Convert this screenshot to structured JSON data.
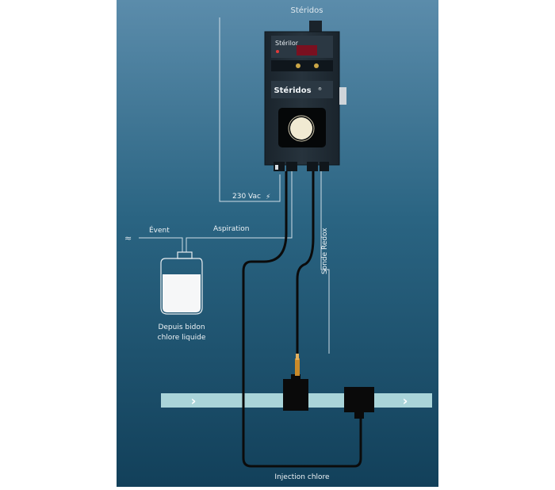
{
  "diagram": {
    "title": "Stéridos",
    "device": {
      "top_label": "Stérilor",
      "brand": "Stéridos",
      "brand_mark": "®"
    },
    "power_label": "230 Vac",
    "power_symbol": "⚡",
    "vent_label": "Évent",
    "vent_symbol": "≈",
    "aspiration_label": "Aspiration",
    "probe_label": "Sonde Redox",
    "container_label_line1": "Depuis bidon",
    "container_label_line2": "chlore liquide",
    "injection_label": "Injection chlore",
    "flow_arrow": "›"
  },
  "colors": {
    "background_top": "#5d8fad",
    "background_bottom": "#123f57",
    "line": "#cfdde6",
    "pipe": "#a9d4d9",
    "tube": "#0b0b0b",
    "device": "#1f2a33",
    "display": "#7a1020",
    "accent_gold": "#caa646",
    "probe": "#c98a2a"
  }
}
